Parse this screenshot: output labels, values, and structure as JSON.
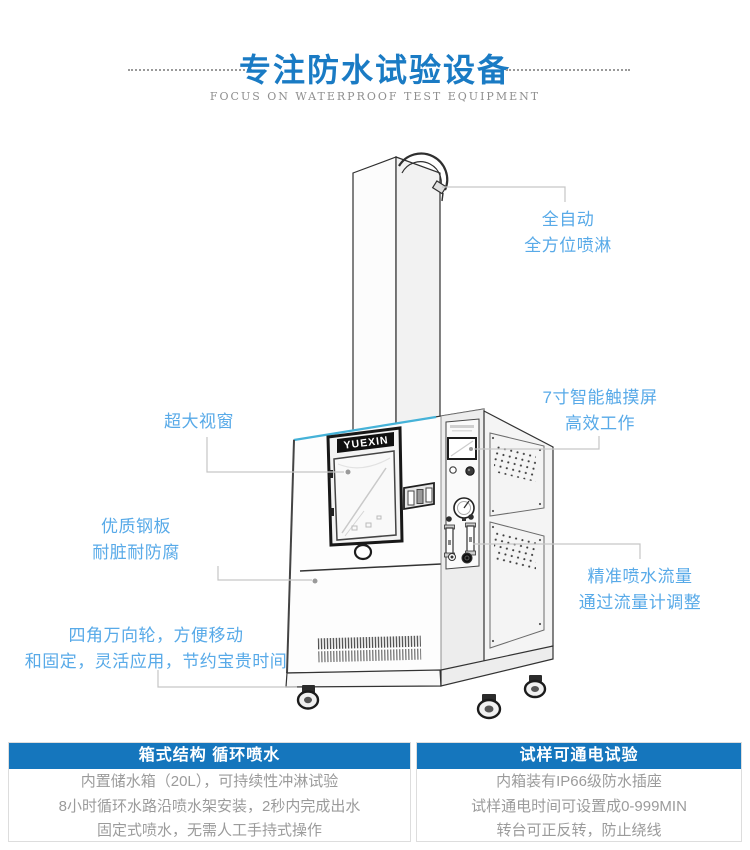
{
  "page": {
    "background": "#ffffff"
  },
  "colors": {
    "page-bg": "#ffffff",
    "title-blue": "#1a7bc4",
    "bar-blue": "#1576bd",
    "callout-blue": "#58aae8",
    "body-gray": "#9b9b9b",
    "subtitle-gray": "#8f8f8f"
  },
  "header": {
    "title": "专注防水试验设备",
    "subtitle": "FOCUS ON WATERPROOF TEST EQUIPMENT"
  },
  "machine": {
    "logo": "YUEXIN"
  },
  "callouts": {
    "auto": {
      "line1": "全自动",
      "line2": "全方位喷淋"
    },
    "screen": {
      "line1": "7寸智能触摸屏",
      "line2": "高效工作"
    },
    "window": {
      "line1": "超大视窗"
    },
    "steel": {
      "line1": "优质钢板",
      "line2": "耐脏耐防腐"
    },
    "flow": {
      "line1": "精准喷水流量",
      "line2": "通过流量计调整"
    },
    "wheels": {
      "line1": "四角万向轮，方便移动",
      "line2": "和固定，灵活应用，节约宝贵时间"
    }
  },
  "features": {
    "left": {
      "title": "箱式结构 循环喷水",
      "line1": "内置储水箱（20L），可持续性冲淋试验",
      "line2": "8小时循环水路沿喷水架安装，2秒内完成出水",
      "line3": "固定式喷水，无需人工手持式操作"
    },
    "right": {
      "title": "试样可通电试验",
      "line1": "内箱装有IP66级防水插座",
      "line2": "试样通电时间可设置成0-999MIN",
      "line3": "转台可正反转，防止绕线"
    }
  }
}
